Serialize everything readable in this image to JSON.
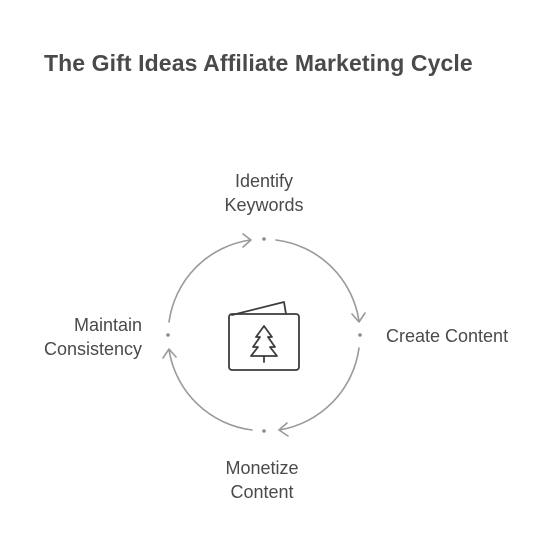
{
  "title": "The Gift Ideas Affiliate Marketing Cycle",
  "steps": [
    {
      "lines": [
        "Identify",
        "Keywords"
      ]
    },
    {
      "lines": [
        "Create Content"
      ]
    },
    {
      "lines": [
        "Monetize",
        "Content"
      ]
    },
    {
      "lines": [
        "Maintain",
        "Consistency"
      ]
    }
  ],
  "center_icon": "gift-card-tree-icon",
  "colors": {
    "text": "#4a4a4a",
    "arrow": "#9a9a9a",
    "icon_stroke": "#3c3c3c"
  }
}
